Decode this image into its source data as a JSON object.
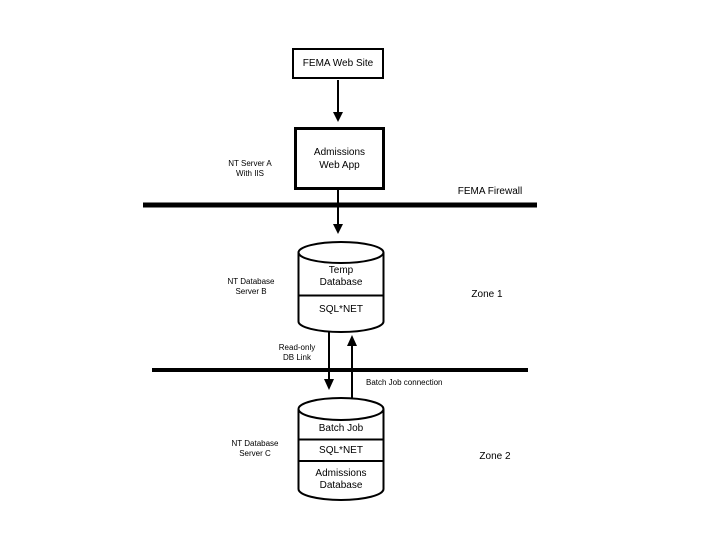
{
  "diagram": {
    "background": "#ffffff",
    "line_color": "#000000",
    "text_color": "#000000",
    "web_tier": {
      "fema_web_site_label": "FEMA Web Site",
      "admissions_web_app_line1": "Admissions",
      "admissions_web_app_line2": "Web App",
      "server_label_line1": "NT Server A",
      "server_label_line2": "With IIS"
    },
    "firewall_label": "FEMA Firewall",
    "zone1": {
      "zone_label": "Zone 1",
      "server_label_line1": "NT Database",
      "server_label_line2": "Server B",
      "db_title_line1": "Temp",
      "db_title_line2": "Database",
      "db_section": "SQL*NET"
    },
    "connectors": {
      "read_only_line1": "Read-only",
      "read_only_line2": "DB Link",
      "batch_job": "Batch Job connection"
    },
    "zone2": {
      "zone_label": "Zone 2",
      "server_label_line1": "NT Database",
      "server_label_line2": "Server C",
      "db_section1": "Batch Job",
      "db_section2": "SQL*NET",
      "db_title_line1": "Admissions",
      "db_title_line2": "Database"
    }
  }
}
